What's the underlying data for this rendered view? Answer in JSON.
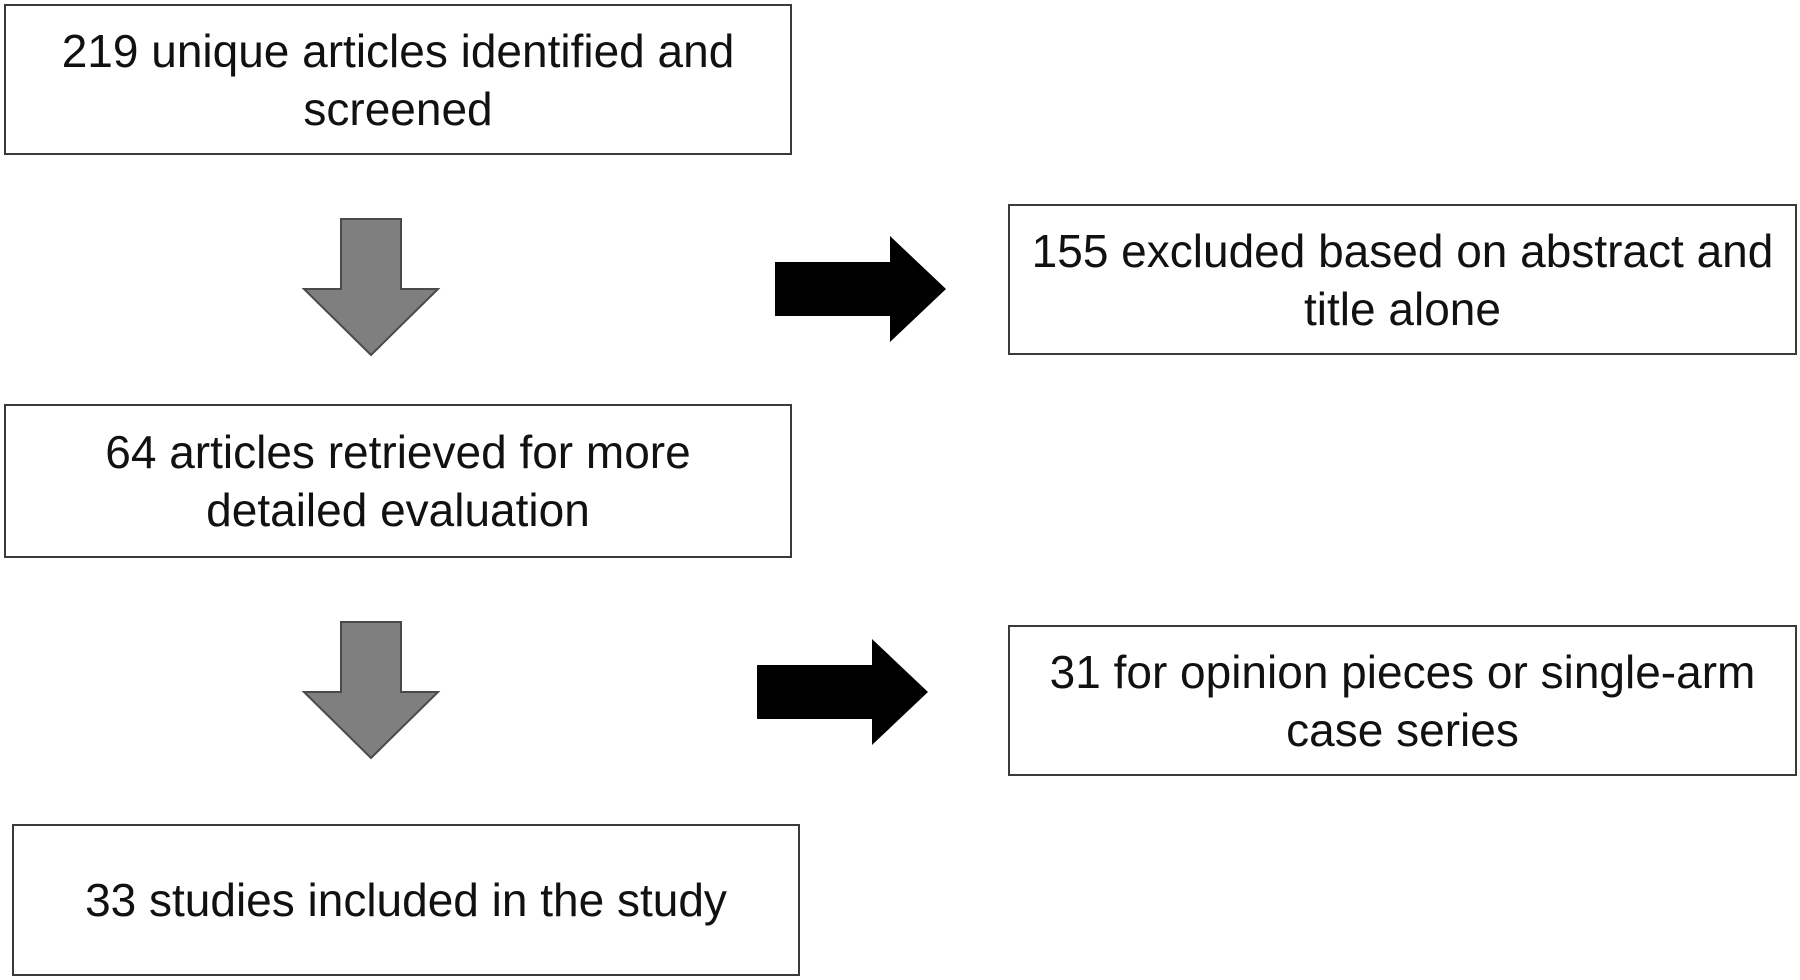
{
  "flow": {
    "box_screened": "219 unique articles identified and screened",
    "box_retrieved": "64 articles retrieved for more detailed evaluation",
    "box_included": "33 studies included in the study",
    "box_excluded_abstract": "155 excluded based on abstract and title alone",
    "box_excluded_opinion": "31 for opinion pieces or single-arm case series"
  },
  "colors": {
    "down_arrow_fill": "#7f7f7f",
    "right_arrow_fill": "#000000",
    "box_border": "#3a3a3a"
  }
}
